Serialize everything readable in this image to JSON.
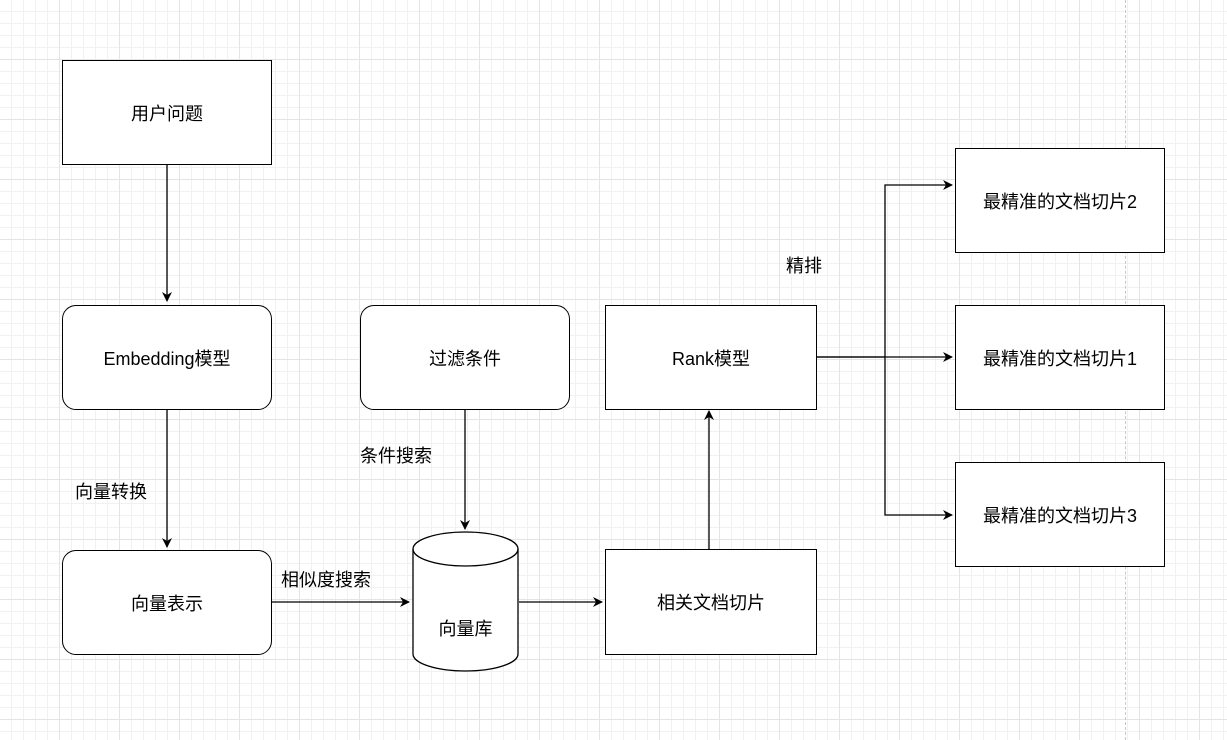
{
  "nodes": {
    "user_question": "用户问题",
    "embedding_model": "Embedding模型",
    "vector_repr": "向量表示",
    "filter_conditions": "过滤条件",
    "vector_db": "向量库",
    "related_chunks": "相关文档切片",
    "rank_model": "Rank模型",
    "best_chunk_2": "最精准的文档切片2",
    "best_chunk_1": "最精准的文档切片1",
    "best_chunk_3": "最精准的文档切片3"
  },
  "edge_labels": {
    "vector_conversion": "向量转换",
    "similarity_search": "相似度搜索",
    "condition_search": "条件搜索",
    "fine_ranking": "精排"
  }
}
